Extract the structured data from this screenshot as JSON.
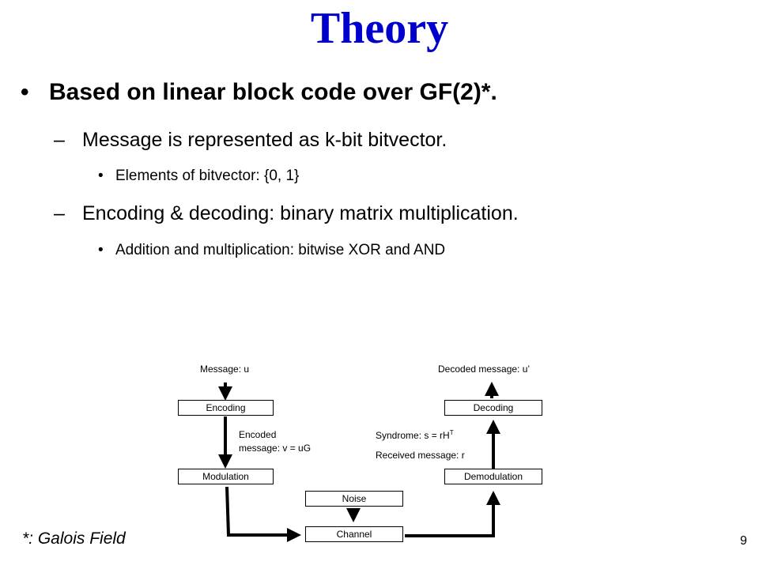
{
  "slide": {
    "title": "Theory",
    "bullets": {
      "main": "Based on linear block code over GF(2)*.",
      "sub1": "Message is represented as k-bit bitvector.",
      "sub1_detail": "Elements of bitvector: {0, 1}",
      "sub2": "Encoding & decoding: binary matrix multiplication.",
      "sub2_detail": "Addition and multiplication: bitwise XOR and AND"
    },
    "bullet_symbol": "•",
    "dash_symbol": "–",
    "footnote": "*: Galois Field",
    "page_number": "9"
  },
  "diagram": {
    "boxes": {
      "encoding": "Encoding",
      "modulation": "Modulation",
      "noise": "Noise",
      "channel": "Channel",
      "demodulation": "Demodulation",
      "decoding": "Decoding"
    },
    "labels": {
      "message": "Message: u",
      "encoded_line1": "Encoded",
      "encoded_line2": "message: v = uG",
      "decoded": "Decoded message: u’",
      "syndrome": "Syndrome: s = rH",
      "syndrome_sup": "T",
      "received": "Received message: r"
    }
  }
}
